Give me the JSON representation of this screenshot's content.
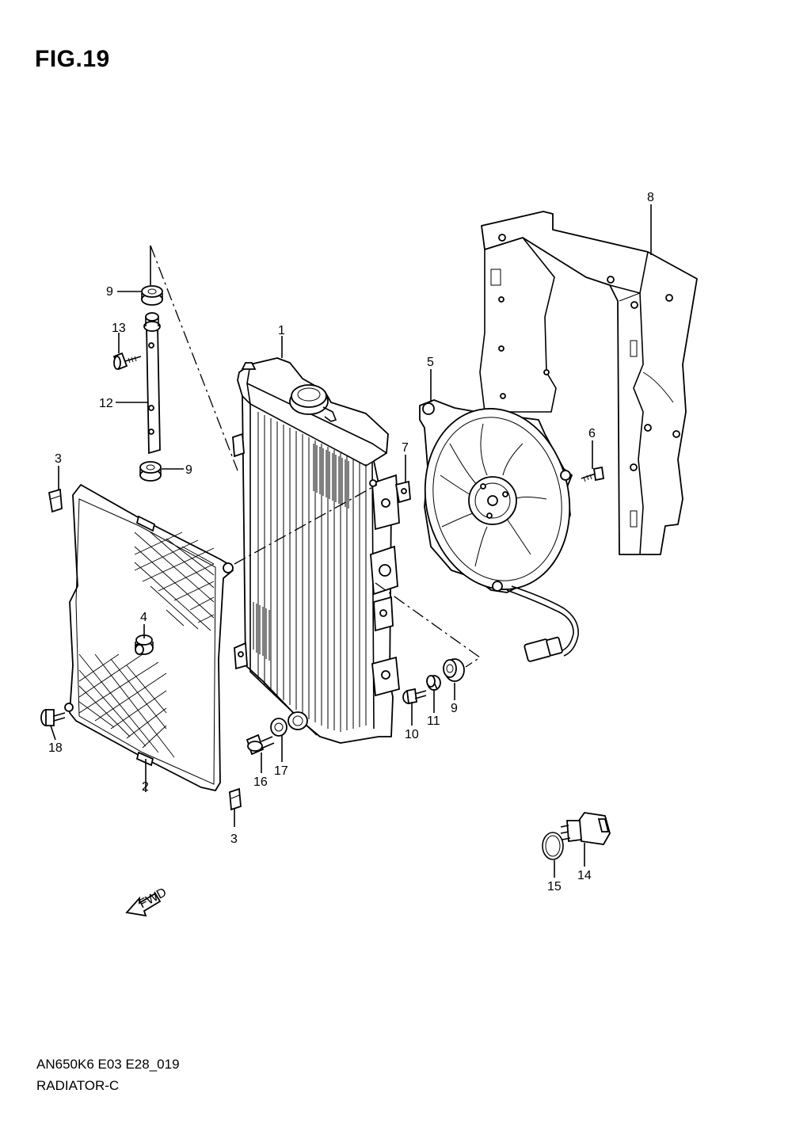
{
  "figure_title": "FIG.19",
  "footer": {
    "code": "AN650K6 E03 E28_019",
    "name": "RADIATOR-C"
  },
  "fwd_label": "FWD",
  "callouts": {
    "c1": "1",
    "c2": "2",
    "c3a": "3",
    "c3b": "3",
    "c4": "4",
    "c5": "5",
    "c6": "6",
    "c7": "7",
    "c8": "8",
    "c9a": "9",
    "c9b": "9",
    "c9c": "9",
    "c10": "10",
    "c11": "11",
    "c12": "12",
    "c13": "13",
    "c14": "14",
    "c15": "15",
    "c16": "16",
    "c17": "17",
    "c18": "18"
  }
}
